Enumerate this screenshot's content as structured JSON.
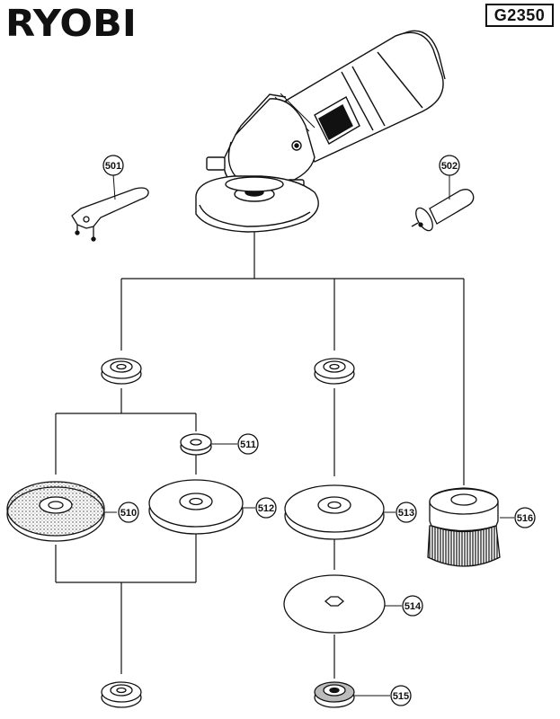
{
  "header": {
    "brand": "RYOBI",
    "model": "G2350"
  },
  "parts": {
    "p501": "501",
    "p502": "502",
    "p510": "510",
    "p511": "511",
    "p512": "512",
    "p513": "513",
    "p514": "514",
    "p515": "515",
    "p516": "516"
  }
}
